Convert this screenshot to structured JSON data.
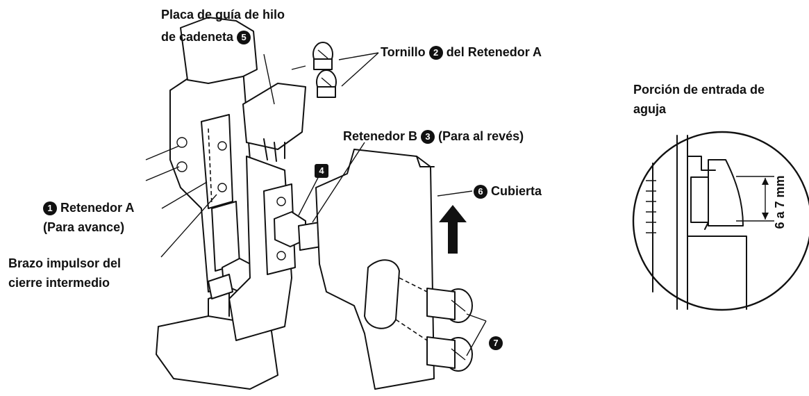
{
  "labels": {
    "placa_line1": "Placa de guía de hilo",
    "placa_line2": "de cadeneta",
    "placa_num": "5",
    "tornillo_pre": "Tornillo",
    "tornillo_num": "2",
    "tornillo_post": "del Retenedor A",
    "retb_pre": "Retenedor B",
    "retb_num": "3",
    "retb_post": "(Para al revés)",
    "reta_num": "1",
    "reta_line1": "Retenedor A",
    "reta_line2": "(Para avance)",
    "brazo_line1": "Brazo impulsor del",
    "brazo_line2": "cierre intermedio",
    "num4": "4",
    "cubierta_num": "6",
    "cubierta": "Cubierta",
    "num7": "7",
    "porcion_line1": "Porción de entrada de",
    "porcion_line2": "aguja",
    "dimension": "6 a 7 mm"
  }
}
